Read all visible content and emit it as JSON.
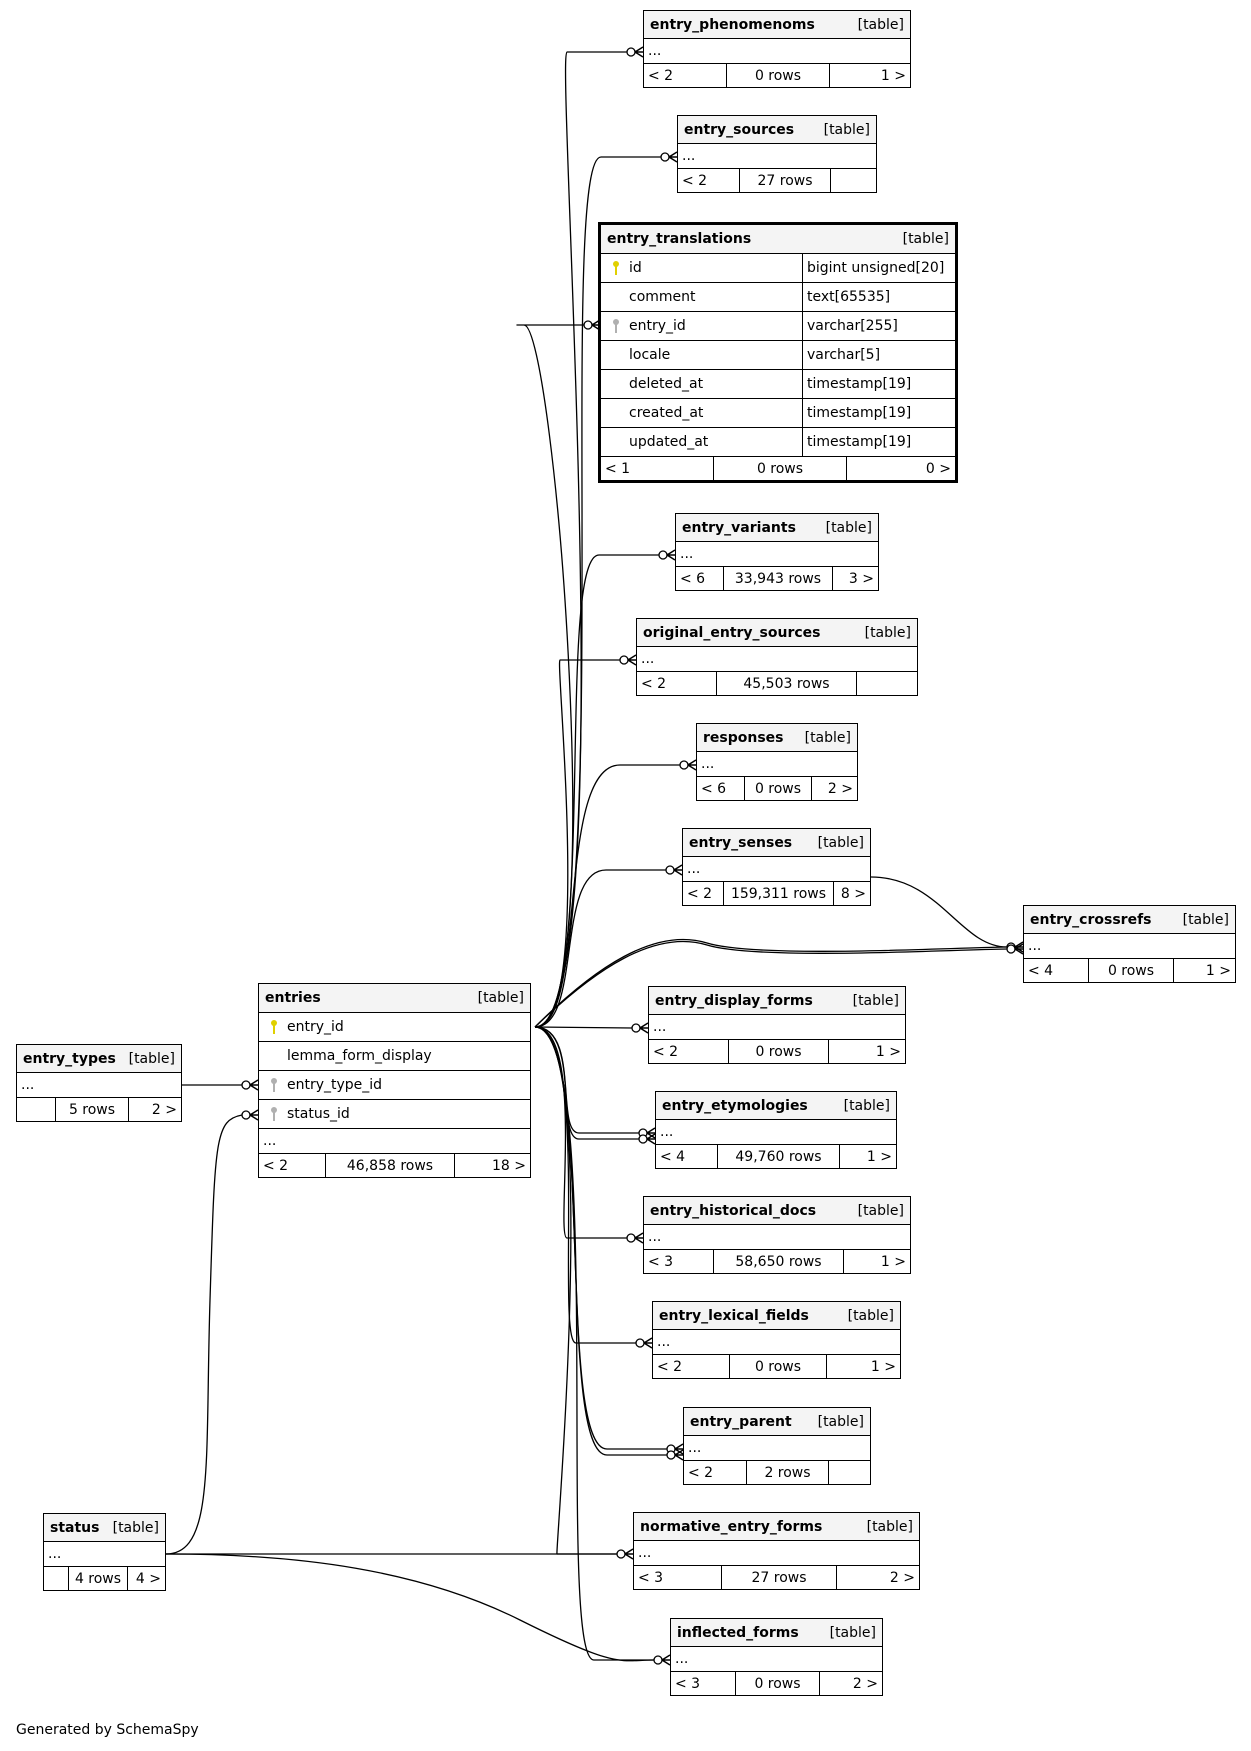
{
  "diagram": {
    "generator_label": "Generated by SchemaSpy",
    "table_kind_label": "[table]"
  },
  "tables": {
    "entry_phenomenoms": {
      "name": "entry_phenomenoms",
      "ellipsis": "...",
      "parents": "< 2",
      "rows": "0 rows",
      "children": "1 >"
    },
    "entry_sources": {
      "name": "entry_sources",
      "ellipsis": "...",
      "parents": "< 2",
      "rows": "27 rows",
      "children": ""
    },
    "entry_translations": {
      "name": "entry_translations",
      "parents": "< 1",
      "rows": "0 rows",
      "children": "0 >",
      "columns": [
        {
          "name": "id",
          "type": "bigint unsigned[20]",
          "key": "primary"
        },
        {
          "name": "comment",
          "type": "text[65535]",
          "key": ""
        },
        {
          "name": "entry_id",
          "type": "varchar[255]",
          "key": "foreign"
        },
        {
          "name": "locale",
          "type": "varchar[5]",
          "key": ""
        },
        {
          "name": "deleted_at",
          "type": "timestamp[19]",
          "key": ""
        },
        {
          "name": "created_at",
          "type": "timestamp[19]",
          "key": ""
        },
        {
          "name": "updated_at",
          "type": "timestamp[19]",
          "key": ""
        }
      ]
    },
    "entry_variants": {
      "name": "entry_variants",
      "ellipsis": "...",
      "parents": "< 6",
      "rows": "33,943 rows",
      "children": "3 >"
    },
    "original_entry_sources": {
      "name": "original_entry_sources",
      "ellipsis": "...",
      "parents": "< 2",
      "rows": "45,503 rows",
      "children": ""
    },
    "responses": {
      "name": "responses",
      "ellipsis": "...",
      "parents": "< 6",
      "rows": "0 rows",
      "children": "2 >"
    },
    "entry_senses": {
      "name": "entry_senses",
      "ellipsis": "...",
      "parents": "< 2",
      "rows": "159,311 rows",
      "children": "8 >"
    },
    "entry_crossrefs": {
      "name": "entry_crossrefs",
      "ellipsis": "...",
      "parents": "< 4",
      "rows": "0 rows",
      "children": "1 >"
    },
    "entry_display_forms": {
      "name": "entry_display_forms",
      "ellipsis": "...",
      "parents": "< 2",
      "rows": "0 rows",
      "children": "1 >"
    },
    "entry_etymologies": {
      "name": "entry_etymologies",
      "ellipsis": "...",
      "parents": "< 4",
      "rows": "49,760 rows",
      "children": "1 >"
    },
    "entry_historical_docs": {
      "name": "entry_historical_docs",
      "ellipsis": "...",
      "parents": "< 3",
      "rows": "58,650 rows",
      "children": "1 >"
    },
    "entry_lexical_fields": {
      "name": "entry_lexical_fields",
      "ellipsis": "...",
      "parents": "< 2",
      "rows": "0 rows",
      "children": "1 >"
    },
    "entry_parent": {
      "name": "entry_parent",
      "ellipsis": "...",
      "parents": "< 2",
      "rows": "2 rows",
      "children": ""
    },
    "normative_entry_forms": {
      "name": "normative_entry_forms",
      "ellipsis": "...",
      "parents": "< 3",
      "rows": "27 rows",
      "children": "2 >"
    },
    "inflected_forms": {
      "name": "inflected_forms",
      "ellipsis": "...",
      "parents": "< 3",
      "rows": "0 rows",
      "children": "2 >"
    },
    "entries": {
      "name": "entries",
      "ellipsis": "...",
      "parents": "< 2",
      "rows": "46,858 rows",
      "children": "18 >",
      "columns": [
        {
          "name": "entry_id",
          "key": "primary"
        },
        {
          "name": "lemma_form_display",
          "key": ""
        },
        {
          "name": "entry_type_id",
          "key": "foreign"
        },
        {
          "name": "status_id",
          "key": "foreign"
        }
      ]
    },
    "entry_types": {
      "name": "entry_types",
      "ellipsis": "...",
      "parents": "",
      "rows": "5 rows",
      "children": "2 >"
    },
    "status": {
      "name": "status",
      "ellipsis": "...",
      "parents": "",
      "rows": "4 rows",
      "children": "4 >"
    }
  },
  "colors": {
    "primary_key": "#e0d000",
    "foreign_key": "#b0b0b0",
    "header_bg": "#f4f4f4"
  }
}
